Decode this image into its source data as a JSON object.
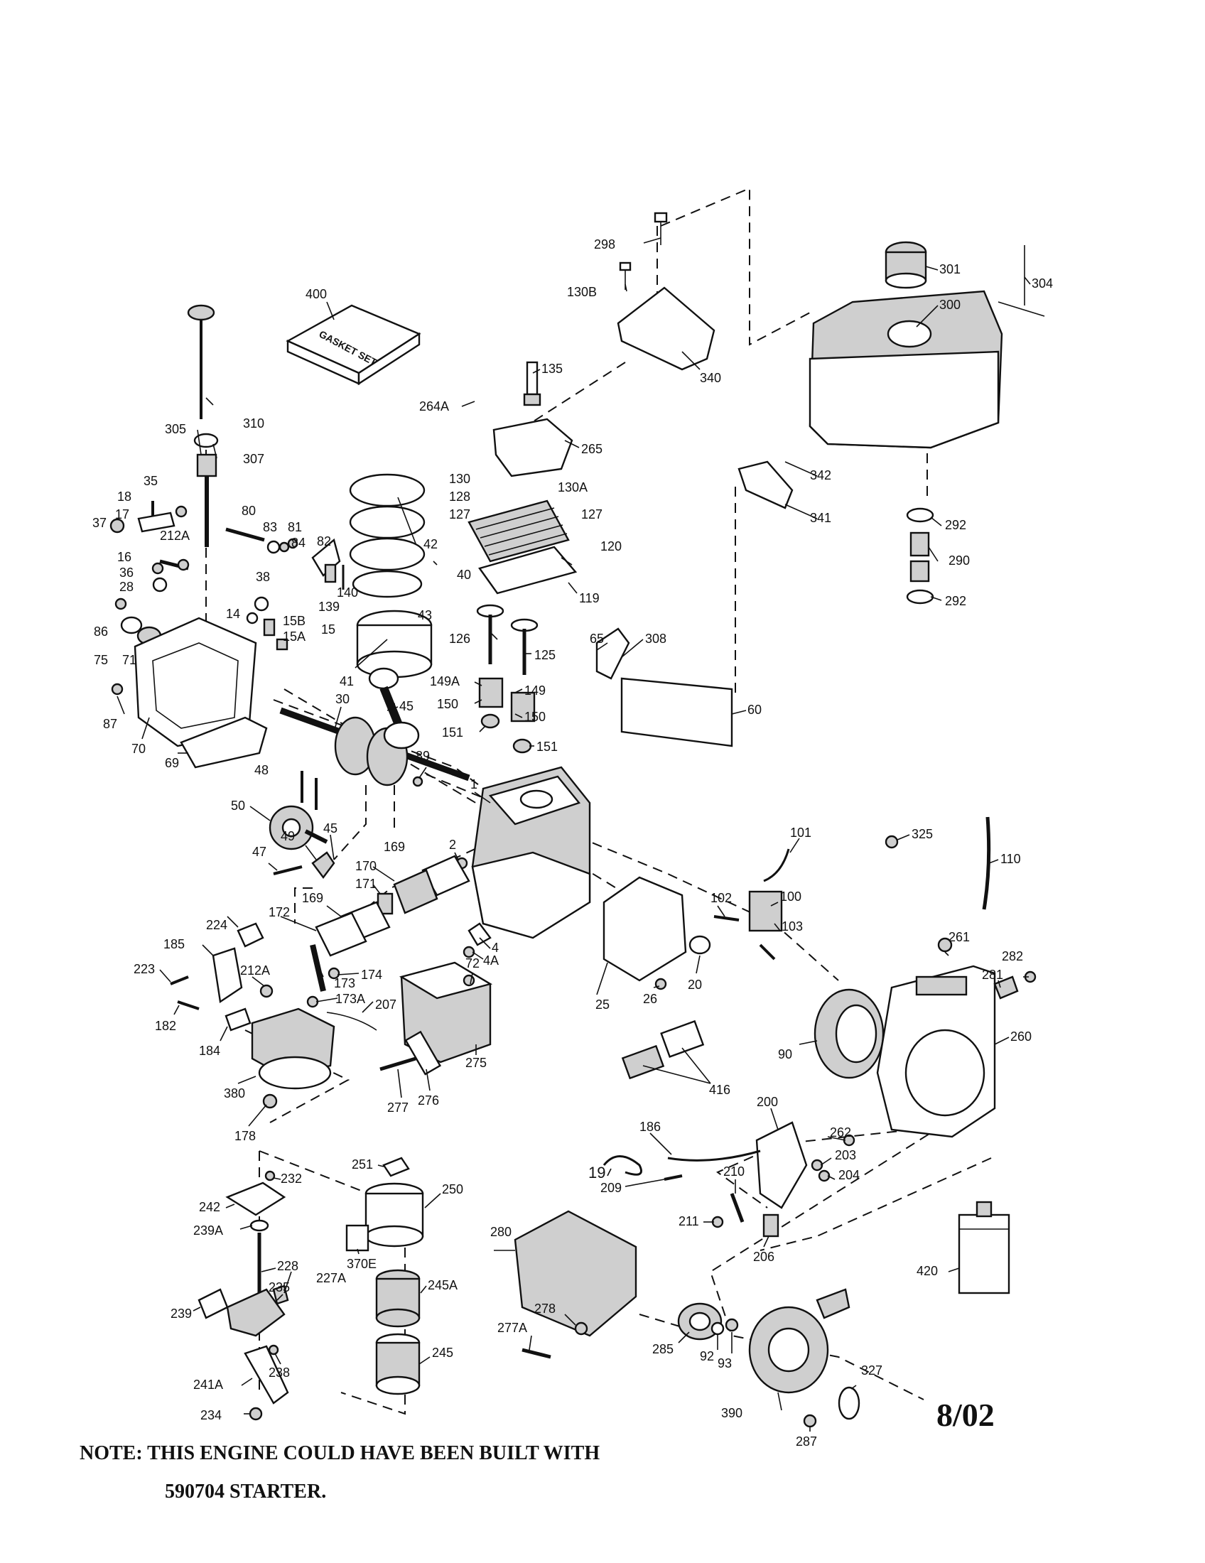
{
  "diagram": {
    "gasket_box_label": "GASKET SET",
    "date_code": "8/02",
    "note_line1": "NOTE: THIS ENGINE COULD HAVE BEEN BUILT WITH",
    "note_line2": "590704 STARTER.",
    "callouts": [
      "298",
      "130B",
      "301",
      "300",
      "304",
      "400",
      "340",
      "135",
      "264A",
      "310",
      "265",
      "305",
      "307",
      "130",
      "130A",
      "128",
      "127",
      "127",
      "120",
      "35",
      "18",
      "17",
      "37",
      "212A",
      "342",
      "341",
      "292",
      "290",
      "292",
      "80",
      "83",
      "81",
      "84",
      "82",
      "42",
      "119",
      "40",
      "36",
      "16",
      "28",
      "38",
      "139",
      "140",
      "14",
      "15B",
      "15A",
      "15",
      "86",
      "75",
      "71",
      "43",
      "126",
      "125",
      "65",
      "308",
      "149A",
      "149",
      "150",
      "150",
      "151",
      "151",
      "41",
      "87",
      "70",
      "69",
      "30",
      "45",
      "60",
      "89",
      "48",
      "1",
      "50",
      "47",
      "49",
      "45",
      "169",
      "2",
      "170",
      "171",
      "169",
      "172",
      "101",
      "325",
      "110",
      "102",
      "100",
      "103",
      "224",
      "185",
      "223",
      "212A",
      "182",
      "184",
      "173",
      "174",
      "173A",
      "207",
      "72",
      "4",
      "4A",
      "25",
      "26",
      "20",
      "261",
      "282",
      "281",
      "260",
      "90",
      "380",
      "178",
      "275",
      "276",
      "277",
      "416",
      "200",
      "186",
      "262",
      "203",
      "204",
      "19",
      "209",
      "210",
      "211",
      "206",
      "232",
      "242",
      "251",
      "250",
      "239A",
      "228",
      "370E",
      "227A",
      "280",
      "235",
      "245A",
      "239",
      "278",
      "277A",
      "285",
      "92",
      "93",
      "420",
      "245",
      "327",
      "241A",
      "238",
      "234",
      "390",
      "287"
    ]
  }
}
